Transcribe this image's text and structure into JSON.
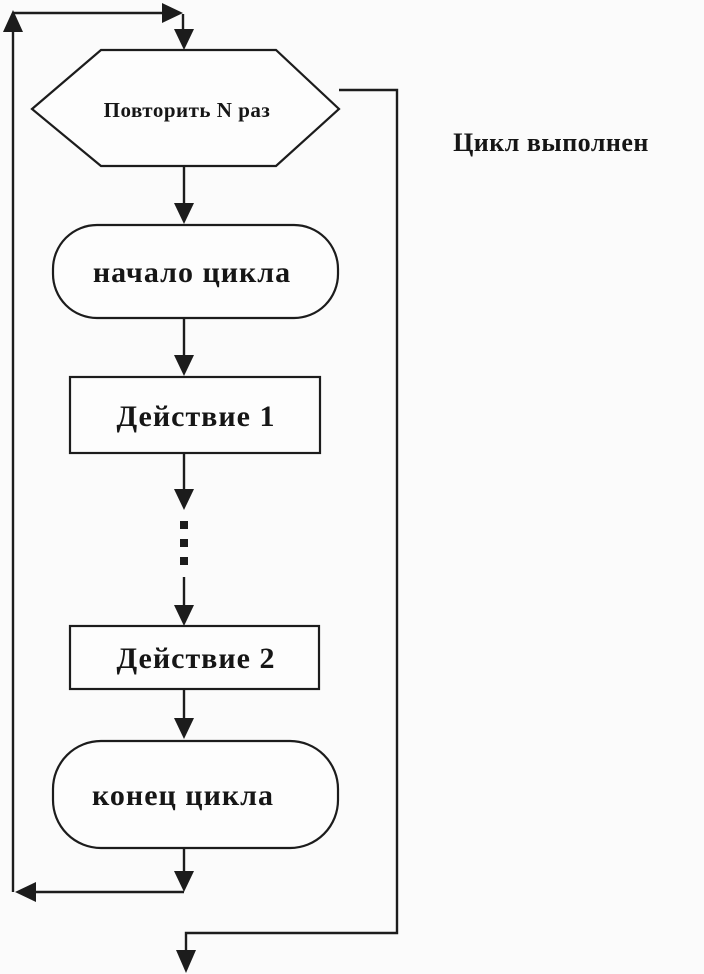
{
  "diagram": {
    "type": "flowchart",
    "language": "ru",
    "colors": {
      "line": "#1c1c1c",
      "background": "#fbfbfb",
      "shape_fill": "#fdfdfd",
      "text": "#161616"
    },
    "nodes": [
      {
        "id": "repeat-n-times",
        "shape": "hexagon",
        "label": "Повторить N раз"
      },
      {
        "id": "loop-start",
        "shape": "rounded-rect",
        "label": "начало цикла"
      },
      {
        "id": "action-1",
        "shape": "rect",
        "label": "Действие 1"
      },
      {
        "id": "ellipsis",
        "shape": "vertical-dots",
        "label": ""
      },
      {
        "id": "action-2",
        "shape": "rect",
        "label": "Действие 2"
      },
      {
        "id": "loop-end",
        "shape": "rounded-rect",
        "label": "конец цикла"
      }
    ],
    "annotations": [
      {
        "id": "loop-done-label",
        "label": "Цикл выполнен"
      }
    ],
    "edges": [
      {
        "from": "repeat-n-times",
        "to": "loop-start",
        "route": "down"
      },
      {
        "from": "loop-start",
        "to": "action-1",
        "route": "down"
      },
      {
        "from": "action-1",
        "to": "ellipsis",
        "route": "down"
      },
      {
        "from": "ellipsis",
        "to": "action-2",
        "route": "down"
      },
      {
        "from": "action-2",
        "to": "loop-end",
        "route": "down"
      },
      {
        "from": "loop-end",
        "to": "repeat-n-times",
        "route": "left-side-loop-back"
      },
      {
        "from": "repeat-n-times",
        "to": "exit-bottom",
        "route": "right-side-exit",
        "annotation": "Цикл выполнен"
      }
    ]
  }
}
